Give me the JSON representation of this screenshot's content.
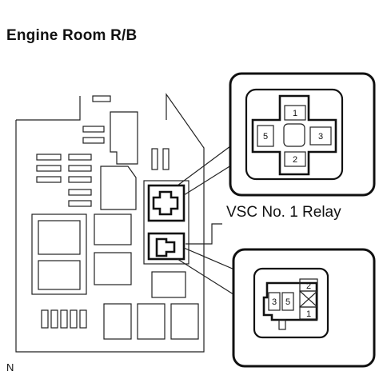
{
  "title": "Engine Room R/B",
  "callout_label": "VSC No. 1 Relay",
  "corner_mark": "N",
  "connector_top": {
    "pins": [
      "1",
      "2",
      "3",
      "5"
    ]
  },
  "connector_bottom": {
    "pins": [
      "3",
      "5",
      "2",
      "1"
    ]
  }
}
